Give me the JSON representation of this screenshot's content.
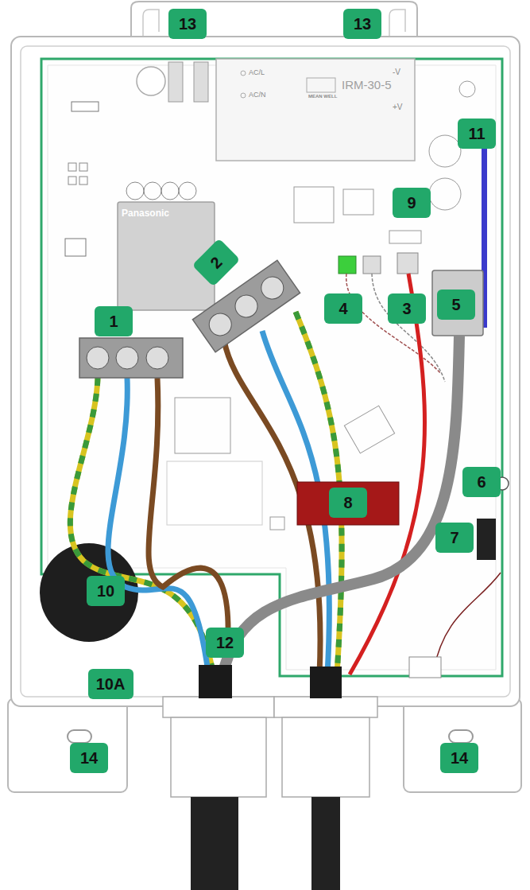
{
  "diagram": {
    "nodes": [
      {
        "text": [
          "13"
        ]
      },
      {
        "text": [
          "13"
        ]
      },
      {
        "text": [
          "11"
        ]
      },
      {
        "text": [
          "9"
        ]
      },
      {
        "text": [
          "2"
        ]
      },
      {
        "text": [
          "1"
        ]
      },
      {
        "text": [
          "4"
        ]
      },
      {
        "text": [
          "3"
        ]
      },
      {
        "text": [
          "5"
        ]
      },
      {
        "text": [
          "6"
        ]
      },
      {
        "text": [
          "7"
        ]
      },
      {
        "text": [
          "8"
        ]
      },
      {
        "text": [
          "10"
        ]
      },
      {
        "text": [
          "12"
        ]
      },
      {
        "text": [
          "10A"
        ]
      },
      {
        "text": [
          "14"
        ]
      },
      {
        "text": [
          "14"
        ]
      }
    ],
    "labels": [
      "AC/L",
      "AC/N",
      "MEAN WELL",
      "IRM-30-5",
      "-V",
      "+V",
      "Panasonic"
    ]
  }
}
